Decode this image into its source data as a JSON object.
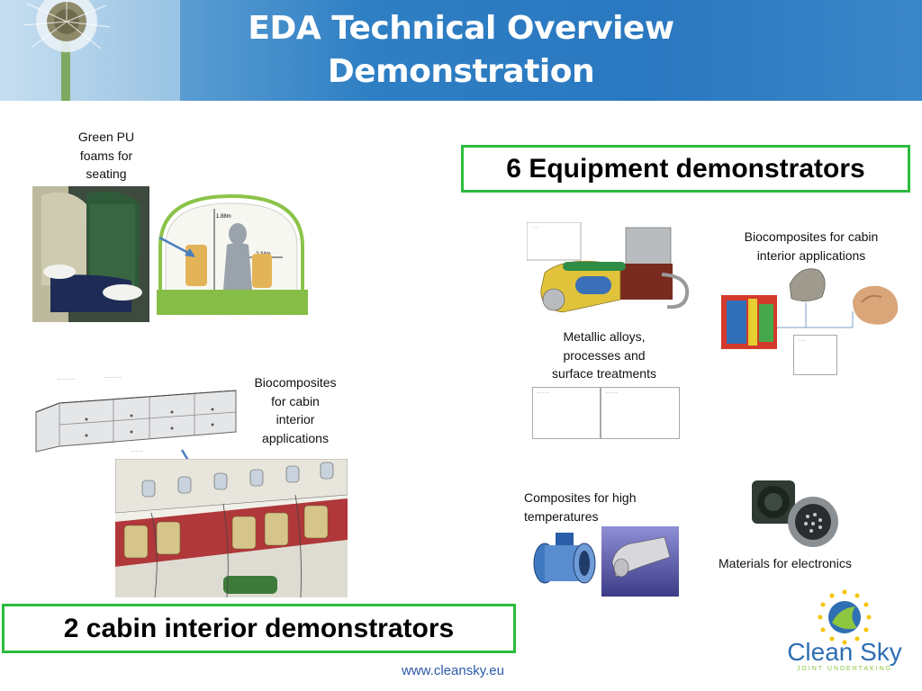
{
  "header": {
    "title_line1": "EDA Technical Overview",
    "title_line2": "Demonstration"
  },
  "captions": {
    "green_pu": [
      "Green PU",
      "foams for",
      "seating"
    ],
    "biocomposites_left": [
      "Biocomposites",
      "for cabin",
      "interior",
      "applications"
    ],
    "biocomposites_right": [
      "Biocomposites for cabin",
      "interior applications"
    ],
    "metallic": [
      "Metallic alloys,",
      "processes and",
      "surface treatments"
    ],
    "composites": [
      "Composites for high",
      "temperatures"
    ],
    "materials_electronics": "Materials for electronics",
    "dim_height": "1.88m",
    "dim_width": "2.34m"
  },
  "boxes": {
    "equipment": "6 Equipment demonstrators",
    "cabin": "2 cabin interior demonstrators"
  },
  "footer": {
    "url": "www.cleansky.eu"
  },
  "logo": {
    "name": "Clean Sky",
    "tagline": "JOINT UNDERTAKING"
  },
  "colors": {
    "header_blue": "#2a78c0",
    "box_border_green": "#2dbb3f",
    "logo_blue": "#2f6fb3",
    "logo_green": "#8dc63f",
    "eu_star_yellow": "#f5c400"
  }
}
